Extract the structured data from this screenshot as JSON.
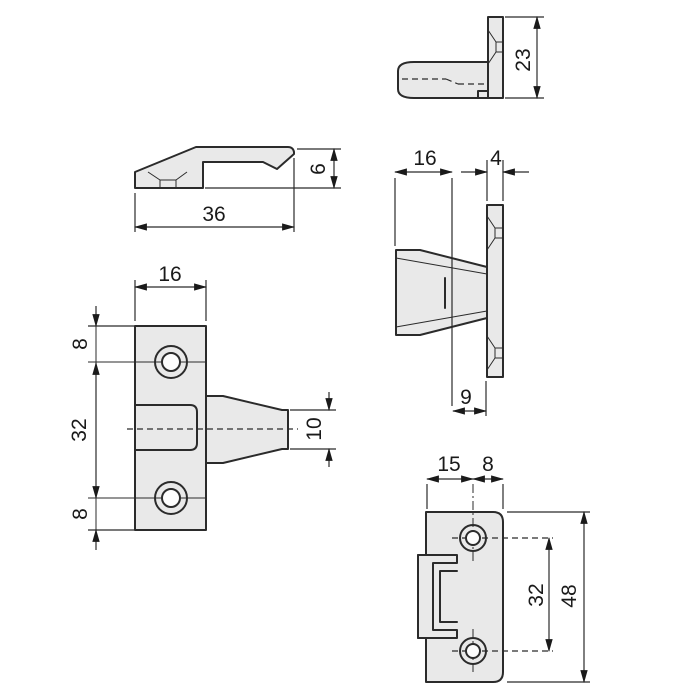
{
  "drawing": {
    "colors": {
      "background": "#ffffff",
      "part_fill": "#e9e9e9",
      "line": "#2b2b2b",
      "dim_text": "#1a1a1a"
    },
    "views": {
      "end_view": {
        "height": "23"
      },
      "catch_side": {
        "length": "36",
        "height": "6"
      },
      "latch_side": {
        "body_depth": "16",
        "plate_thickness": "4",
        "neck_depth": "9"
      },
      "latch_front": {
        "plate_width": "16",
        "hole_top_offset": "8",
        "hole_spacing": "32",
        "hole_bottom_offset": "8",
        "tip_height": "10"
      },
      "strike_front": {
        "hole_offset_x": "15",
        "edge_offset_x": "8",
        "hole_spacing": "32",
        "plate_height": "48"
      }
    }
  }
}
